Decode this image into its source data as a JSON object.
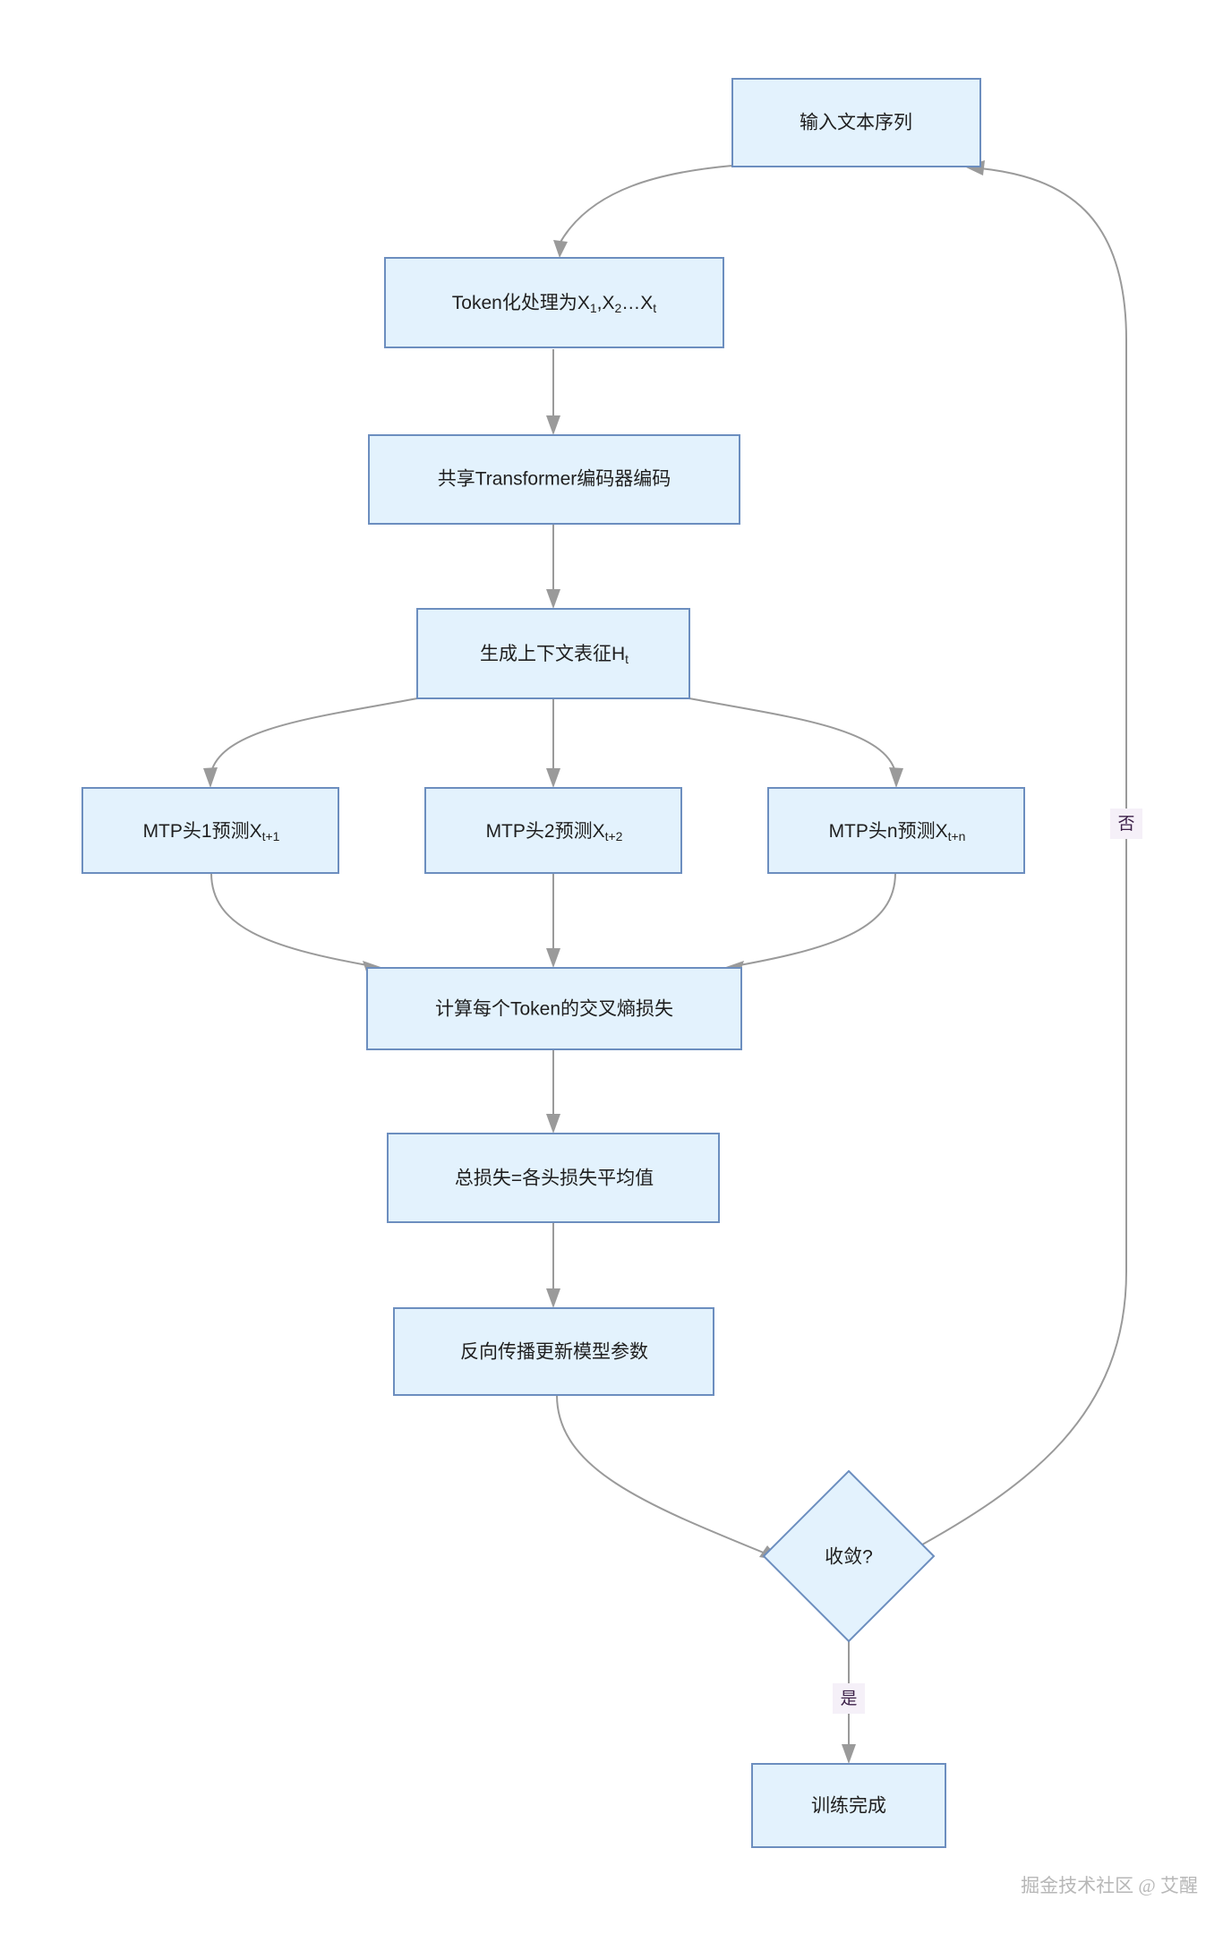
{
  "diagram": {
    "type": "flowchart",
    "title": "",
    "orientation": "top-to-bottom",
    "theme": {
      "node_fill": "#e3f2fd",
      "node_stroke": "#6c8ebf",
      "edge_stroke": "#9a9a9a",
      "edge_label_fill": "#f5f0f8",
      "edge_label_text": "#3b1f47",
      "canvas_background": "#ffffff"
    },
    "nodes": [
      {
        "id": "input",
        "shape": "rectangle",
        "label": "输入文本序列"
      },
      {
        "id": "tokenize",
        "shape": "rectangle",
        "label_main": "Token化处理为X",
        "label_sub1": "1",
        "label_mid": ",X",
        "label_sub2": "2",
        "label_tail": "…X",
        "label_sub3": "t"
      },
      {
        "id": "encoder",
        "shape": "rectangle",
        "label": "共享Transformer编码器编码"
      },
      {
        "id": "context",
        "shape": "rectangle",
        "label_main": "生成上下文表征H",
        "label_sub": "t"
      },
      {
        "id": "mtp1",
        "shape": "rectangle",
        "label_main": "MTP头1预测X",
        "label_sub": "t+1"
      },
      {
        "id": "mtp2",
        "shape": "rectangle",
        "label_main": "MTP头2预测X",
        "label_sub": "t+2"
      },
      {
        "id": "mtpn",
        "shape": "rectangle",
        "label_main": "MTP头n预测X",
        "label_sub": "t+n"
      },
      {
        "id": "ce_loss",
        "shape": "rectangle",
        "label": "计算每个Token的交叉熵损失"
      },
      {
        "id": "total_loss",
        "shape": "rectangle",
        "label": "总损失=各头损失平均值"
      },
      {
        "id": "backprop",
        "shape": "rectangle",
        "label": "反向传播更新模型参数"
      },
      {
        "id": "converged",
        "shape": "diamond",
        "label": "收敛?"
      },
      {
        "id": "done",
        "shape": "rectangle",
        "label": "训练完成"
      }
    ],
    "edges": [
      {
        "from": "input",
        "to": "tokenize",
        "label": ""
      },
      {
        "from": "tokenize",
        "to": "encoder",
        "label": ""
      },
      {
        "from": "encoder",
        "to": "context",
        "label": ""
      },
      {
        "from": "context",
        "to": "mtp1",
        "label": ""
      },
      {
        "from": "context",
        "to": "mtp2",
        "label": ""
      },
      {
        "from": "context",
        "to": "mtpn",
        "label": ""
      },
      {
        "from": "mtp1",
        "to": "ce_loss",
        "label": ""
      },
      {
        "from": "mtp2",
        "to": "ce_loss",
        "label": ""
      },
      {
        "from": "mtpn",
        "to": "ce_loss",
        "label": ""
      },
      {
        "from": "ce_loss",
        "to": "total_loss",
        "label": ""
      },
      {
        "from": "total_loss",
        "to": "backprop",
        "label": ""
      },
      {
        "from": "backprop",
        "to": "converged",
        "label": ""
      },
      {
        "from": "converged",
        "to": "done",
        "label": "是"
      },
      {
        "from": "converged",
        "to": "input",
        "label": "否"
      }
    ],
    "edge_labels": {
      "yes": "是",
      "no": "否"
    }
  },
  "watermark": {
    "text": "掘金技术社区 @ 艾醒"
  }
}
